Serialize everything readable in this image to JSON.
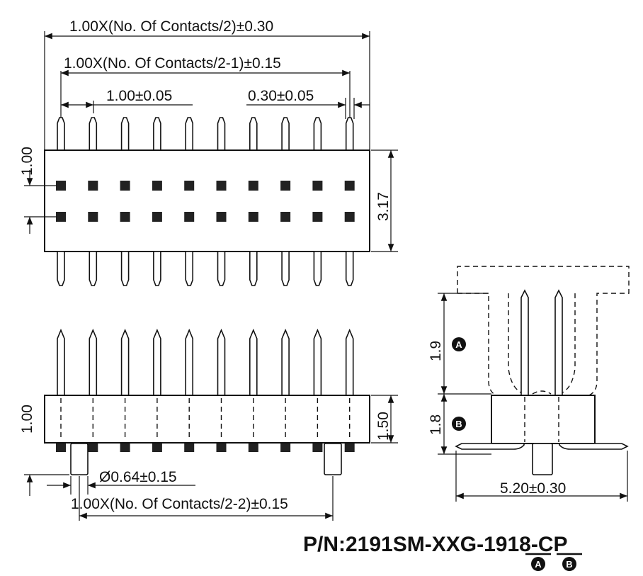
{
  "top_view": {
    "overall_length": "1.00X(No. Of Contacts/2)±0.30",
    "pin_span": "1.00X(No. Of Contacts/2-1)±0.15",
    "pitch": "1.00±0.05",
    "pin_width": "0.30±0.05",
    "row_pitch": "1.00",
    "body_width": "3.17"
  },
  "front_view": {
    "body_height": "1.00",
    "overall_height": "1.50",
    "post_diameter": "Ø0.64±0.15",
    "post_span": "1.00X(No. Of Contacts/2-2)±0.15"
  },
  "side_view": {
    "dim_a": "1.9",
    "dim_b": "1.8",
    "width": "5.20±0.30",
    "badge_a": "A",
    "badge_b": "B"
  },
  "part_number": {
    "prefix": "P/N:2191SM-XXG-",
    "a_value": "19",
    "b_value": "18",
    "suffix": "-CP",
    "badge_a": "A",
    "badge_b": "B"
  },
  "contacts_per_row": 10
}
